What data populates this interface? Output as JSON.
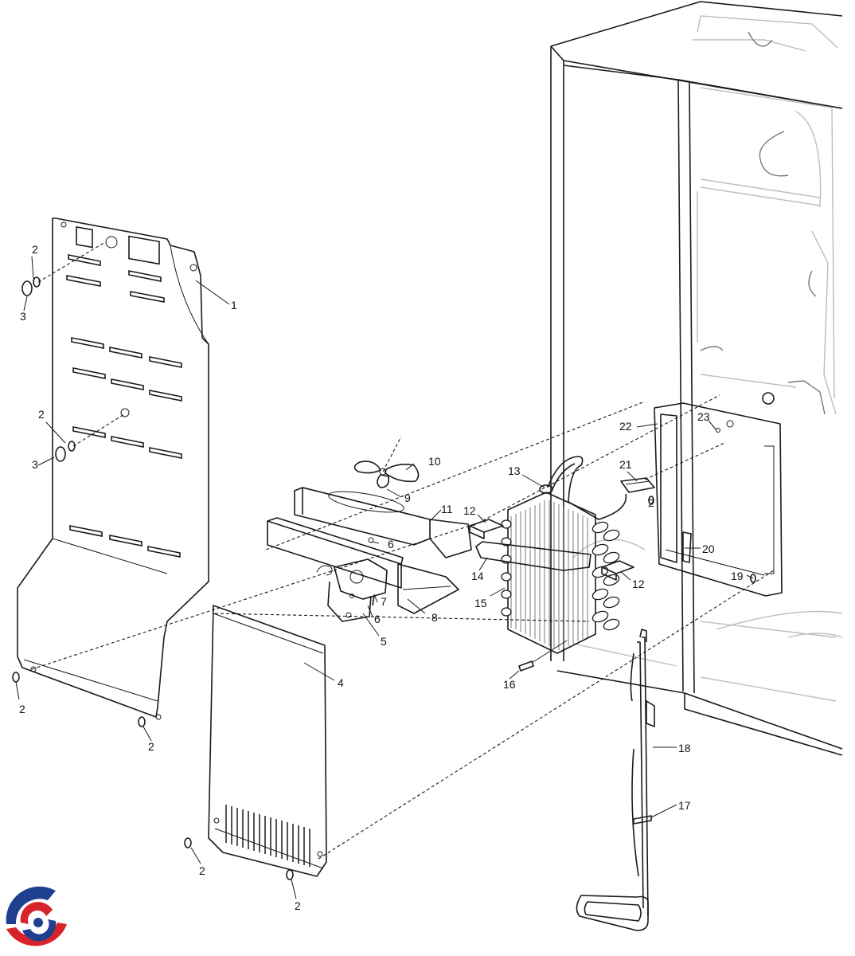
{
  "diagram": {
    "labels": {
      "n1": "1",
      "n2": "2",
      "n3": "3",
      "n4": "4",
      "n5": "5",
      "n6": "6",
      "n7": "7",
      "n8": "8",
      "n9": "9",
      "n10": "10",
      "n11": "11",
      "n12": "12",
      "n13": "13",
      "n14": "14",
      "n15": "15",
      "n16": "16",
      "n17": "17",
      "n18": "18",
      "n19": "19",
      "n20": "20",
      "n21": "21",
      "n22": "22",
      "n23": "23"
    }
  },
  "colors": {
    "line": "#1a1a1a",
    "ghost_cabinet": "#bdbdbd",
    "logo_blue": "#1f3f8f",
    "logo_red": "#d8232a"
  }
}
